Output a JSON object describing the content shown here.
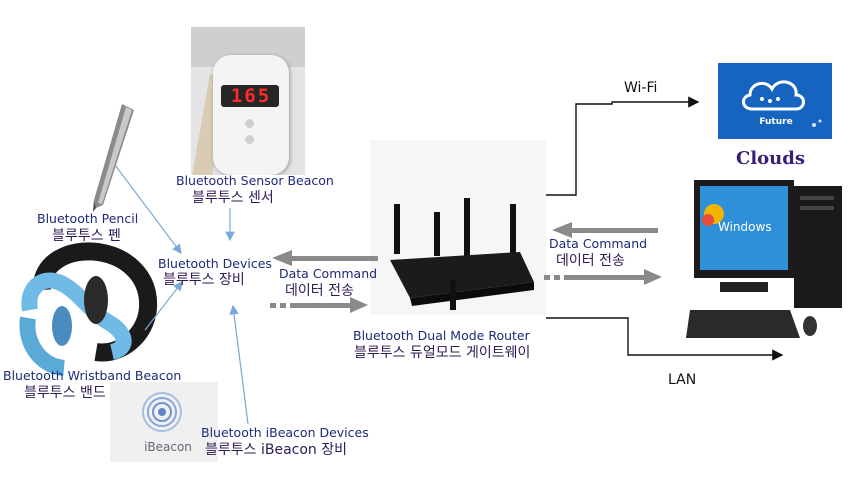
{
  "labels": {
    "sensor_en": "Bluetooth Sensor Beacon",
    "sensor_ko": "블루투스 센서",
    "pencil_en": "Bluetooth Pencil",
    "pencil_ko": "블루투스 펜",
    "devices_en": "Bluetooth Devices",
    "devices_ko": "블루투스 장비",
    "cmd_left_en": "Data Command",
    "cmd_left_ko": "데이터 전송",
    "router_en": "Bluetooth Dual Mode Router",
    "router_ko": "블루투스 듀얼모드 게이트웨이",
    "wristband_en": "Bluetooth Wristband Beacon",
    "wristband_ko": "블루투스 밴드",
    "ibeacon_en": "Bluetooth iBeacon Devices",
    "ibeacon_ko": "블루투스 iBeacon 장비",
    "cmd_right_en": "Data Command",
    "cmd_right_ko": "데이터 전송",
    "wifi": "Wi-Fi",
    "clouds": "Clouds",
    "lan": "LAN"
  },
  "images": {
    "sensor_display": "165",
    "cloud_caption": "Future",
    "ibeacon_text": "iBeacon",
    "windows_logo": "Windows"
  },
  "colors": {
    "label_blue": "#1e2a7a",
    "label_korean": "#2e1a55",
    "clouds_purple": "#3a1f7a",
    "arrow_gray": "#8a8a8a",
    "connector_blue": "#7aa8d8",
    "cloud_panel": "#1565c0"
  },
  "icons": [
    "sensor-beacon-image",
    "pencil-image",
    "wristband-image",
    "ibeacon-image",
    "router-image",
    "cloud-image",
    "computer-image"
  ]
}
